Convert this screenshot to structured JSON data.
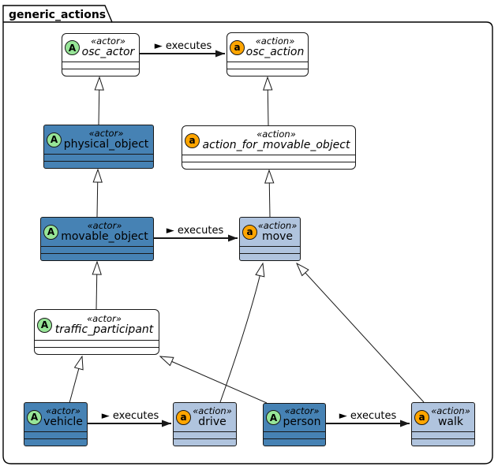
{
  "frame": {
    "title": "generic_actions"
  },
  "colors": {
    "actor_fill_dark": "#4682B4",
    "action_fill_light": "#B0C4DE",
    "abstract_fill": "#FFFFFF",
    "actor_badge": "#97E597",
    "action_badge": "#FFA500",
    "line": "#181818"
  },
  "nodes": {
    "osc_actor": {
      "badge": "A",
      "stereotype": "«actor»",
      "name": "osc_actor",
      "abstract": true
    },
    "osc_action": {
      "badge": "a",
      "stereotype": "«action»",
      "name": "osc_action",
      "abstract": true
    },
    "physical_object": {
      "badge": "A",
      "stereotype": "«actor»",
      "name": "physical_object",
      "abstract": false
    },
    "action_for_movable_object": {
      "badge": "a",
      "stereotype": "«action»",
      "name": "action_for_movable_object",
      "abstract": true
    },
    "movable_object": {
      "badge": "A",
      "stereotype": "«actor»",
      "name": "movable_object",
      "abstract": false
    },
    "move": {
      "badge": "a",
      "stereotype": "«action»",
      "name": "move",
      "abstract": false
    },
    "traffic_participant": {
      "badge": "A",
      "stereotype": "«actor»",
      "name": "traffic_participant",
      "abstract": true
    },
    "vehicle": {
      "badge": "A",
      "stereotype": "«actor»",
      "name": "vehicle",
      "abstract": false
    },
    "drive": {
      "badge": "a",
      "stereotype": "«action»",
      "name": "drive",
      "abstract": false
    },
    "person": {
      "badge": "A",
      "stereotype": "«actor»",
      "name": "person",
      "abstract": false
    },
    "walk": {
      "badge": "a",
      "stereotype": "«action»",
      "name": "walk",
      "abstract": false
    }
  },
  "edges": [
    {
      "type": "executes",
      "from": "osc_actor",
      "to": "osc_action",
      "label": "► executes"
    },
    {
      "type": "executes",
      "from": "movable_object",
      "to": "move",
      "label": "► executes"
    },
    {
      "type": "executes",
      "from": "vehicle",
      "to": "drive",
      "label": "► executes"
    },
    {
      "type": "executes",
      "from": "person",
      "to": "walk",
      "label": "► executes"
    },
    {
      "type": "generalization",
      "from": "physical_object",
      "to": "osc_actor"
    },
    {
      "type": "generalization",
      "from": "movable_object",
      "to": "physical_object"
    },
    {
      "type": "generalization",
      "from": "traffic_participant",
      "to": "movable_object"
    },
    {
      "type": "generalization",
      "from": "action_for_movable_object",
      "to": "osc_action"
    },
    {
      "type": "generalization",
      "from": "move",
      "to": "action_for_movable_object"
    },
    {
      "type": "generalization",
      "from": "vehicle",
      "to": "traffic_participant"
    },
    {
      "type": "generalization",
      "from": "person",
      "to": "traffic_participant"
    },
    {
      "type": "generalization",
      "from": "drive",
      "to": "move"
    },
    {
      "type": "generalization",
      "from": "walk",
      "to": "move"
    }
  ]
}
